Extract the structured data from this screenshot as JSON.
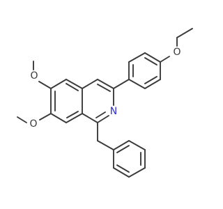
{
  "molecule": {
    "atoms": [
      {
        "id": "N1",
        "element": "N",
        "label": "N",
        "color": "#2f2fcf"
      },
      {
        "id": "O_ethoxy",
        "element": "O",
        "label": "O",
        "color": "#3a3a3a"
      },
      {
        "id": "O_6",
        "element": "O",
        "label": "O",
        "color": "#3a3a3a"
      },
      {
        "id": "O_7",
        "element": "O",
        "label": "O",
        "color": "#3a3a3a"
      }
    ],
    "bond_color": "#3a3a3a",
    "background": "#ffffff"
  }
}
